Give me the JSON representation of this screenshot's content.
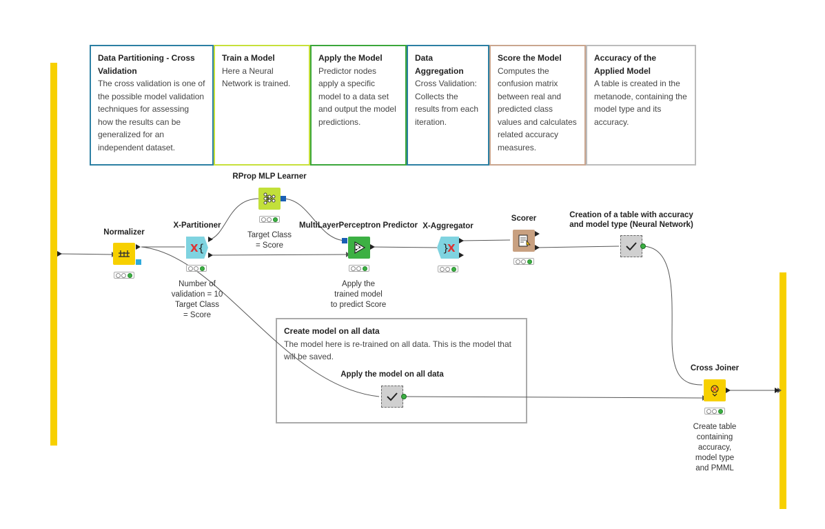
{
  "annotations": {
    "partitioning": {
      "title": "Data Partitioning - Cross Validation",
      "body": "The cross validation is one of the possible model validation techniques for assessing how the results can be generalized for an independent dataset.",
      "color": "#2b7fa3"
    },
    "train": {
      "title": "Train a Model",
      "body": "Here a Neural Network is trained.",
      "color": "#c6e03a"
    },
    "apply": {
      "title": "Apply the Model",
      "body": "Predictor nodes apply a specific model to a data set and output the model predictions.",
      "color": "#3aa63a"
    },
    "aggregation": {
      "title": "Data Aggregation",
      "body": "Cross Validation: Collects the results from each iteration.",
      "color": "#2b7fa3"
    },
    "score": {
      "title": "Score the Model",
      "body": "Computes the confusion matrix between real and predicted class values and calculates related accuracy measures.",
      "color": "#c9a58e"
    },
    "accuracy": {
      "title": "Accuracy of the Applied Model",
      "body": "A table is created in the metanode, containing the model type and its accuracy.",
      "color": "#bbbbbb"
    },
    "all_data": {
      "title": "Create model on all data",
      "body": "The model here is re-trained on all data. This is the model that will be saved.",
      "color": "#aaaaaa"
    }
  },
  "nodes": {
    "normalizer": {
      "title": "Normalizer"
    },
    "x_partitioner": {
      "title": "X-Partitioner",
      "desc": "Number of\nvalidation = 10\nTarget Class\n = Score"
    },
    "rprop": {
      "title": "RProp MLP Learner",
      "desc": "Target Class\n = Score"
    },
    "mlp_predictor": {
      "title": "MultiLayerPerceptron Predictor",
      "desc": "Apply the\ntrained model\nto predict Score"
    },
    "x_aggregator": {
      "title": "X-Aggregator"
    },
    "scorer": {
      "title": "Scorer"
    },
    "creation_table": {
      "title": "Creation of a table with accuracy\nand model type (Neural Network)"
    },
    "apply_all": {
      "title": "Apply the model on all data"
    },
    "cross_joiner": {
      "title": "Cross Joiner",
      "desc": "Create table\ncontaining\naccuracy,\nmodel type\nand PMML"
    }
  },
  "icons": {
    "normalizer": "normalizer-icon",
    "x_partitioner": "x-partitioner-icon",
    "rprop": "neural-network-icon",
    "mlp_predictor": "predictor-icon",
    "x_aggregator": "x-aggregator-icon",
    "scorer": "scorer-icon",
    "metanode": "checkmark-metanode-icon",
    "cross_joiner": "cross-joiner-icon"
  },
  "colors": {
    "bar": "#f7d000",
    "manipulator": "#f7d000",
    "loop": "#7fd3e0",
    "learner": "#c2e03a",
    "predictor": "#3cb043",
    "scorer": "#c8a080",
    "metanode": "#d0d0d0",
    "model_port": "#1a5fb4",
    "pmml_port": "#2eaadc"
  }
}
